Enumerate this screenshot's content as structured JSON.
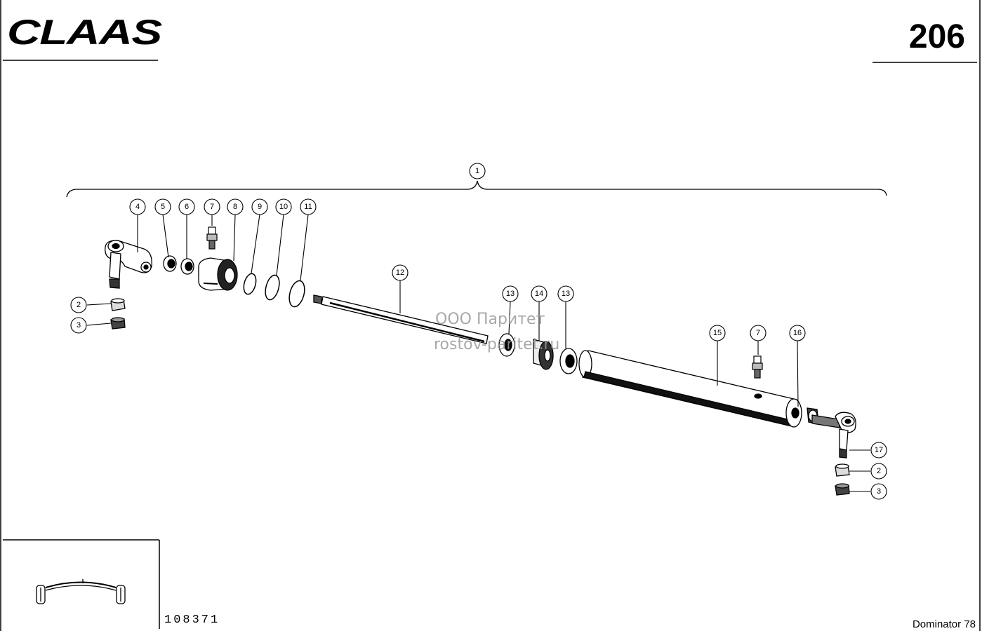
{
  "header": {
    "brand": "CLAAS",
    "page_number": "206"
  },
  "footer": {
    "drawing_number": "108371",
    "model": "Dominator 78"
  },
  "watermark": {
    "line1": "ООО Паритет",
    "line2": "rostov-paritet.ru"
  },
  "callouts": [
    {
      "id": "c1",
      "label": "1"
    },
    {
      "id": "c4",
      "label": "4"
    },
    {
      "id": "c5",
      "label": "5"
    },
    {
      "id": "c6",
      "label": "6"
    },
    {
      "id": "c7a",
      "label": "7"
    },
    {
      "id": "c8",
      "label": "8"
    },
    {
      "id": "c9",
      "label": "9"
    },
    {
      "id": "c10",
      "label": "10"
    },
    {
      "id": "c11",
      "label": "11"
    },
    {
      "id": "c2a",
      "label": "2"
    },
    {
      "id": "c3a",
      "label": "3"
    },
    {
      "id": "c12",
      "label": "12"
    },
    {
      "id": "c13a",
      "label": "13"
    },
    {
      "id": "c14",
      "label": "14"
    },
    {
      "id": "c13b",
      "label": "13"
    },
    {
      "id": "c15",
      "label": "15"
    },
    {
      "id": "c7b",
      "label": "7"
    },
    {
      "id": "c16",
      "label": "16"
    },
    {
      "id": "c17",
      "label": "17"
    },
    {
      "id": "c2b",
      "label": "2"
    },
    {
      "id": "c3b",
      "label": "3"
    }
  ]
}
